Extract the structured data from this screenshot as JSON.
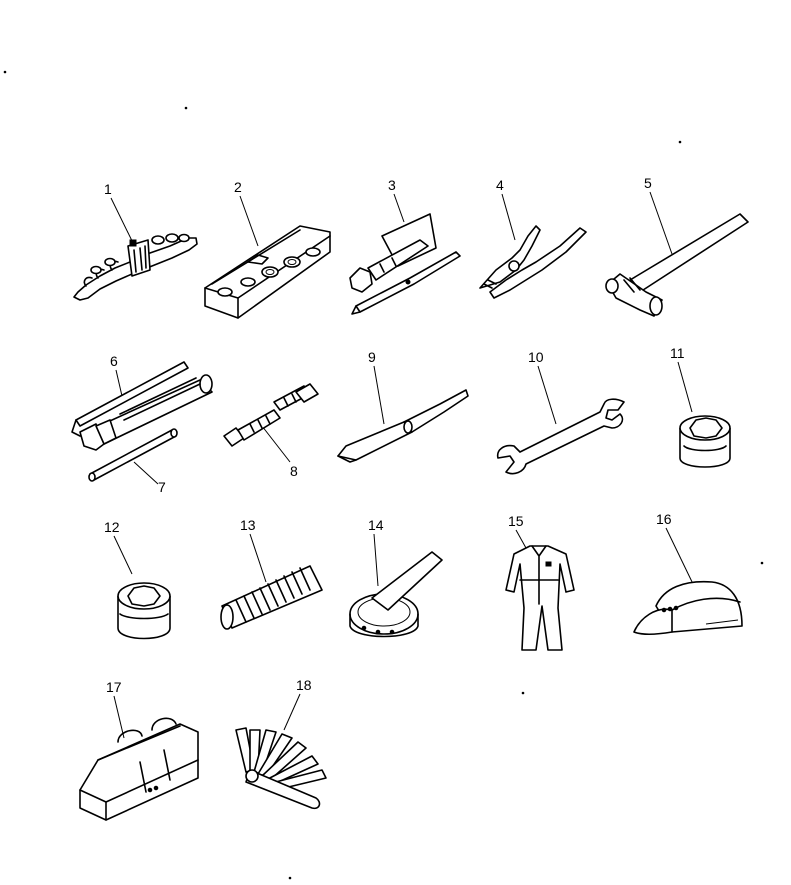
{
  "items": [
    {
      "number": "1",
      "icon": "wrench-set-icon"
    },
    {
      "number": "2",
      "icon": "socket-set-box-icon"
    },
    {
      "number": "3",
      "icon": "screwdriver-icon"
    },
    {
      "number": "4",
      "icon": "pliers-icon"
    },
    {
      "number": "5",
      "icon": "hammer-icon"
    },
    {
      "number": "6",
      "icon": "grease-gun-icon"
    },
    {
      "number": "7",
      "icon": "grease-gun-nozzle-icon"
    },
    {
      "number": "8",
      "icon": "bolt-icon"
    },
    {
      "number": "9",
      "icon": "bar-icon"
    },
    {
      "number": "10",
      "icon": "double-end-wrench-icon"
    },
    {
      "number": "11",
      "icon": "socket-icon"
    },
    {
      "number": "12",
      "icon": "socket-icon"
    },
    {
      "number": "13",
      "icon": "spring-icon"
    },
    {
      "number": "14",
      "icon": "filter-wrench-icon"
    },
    {
      "number": "15",
      "icon": "coveralls-icon"
    },
    {
      "number": "16",
      "icon": "cap-icon"
    },
    {
      "number": "17",
      "icon": "tool-bag-icon"
    },
    {
      "number": "18",
      "icon": "feeler-gauge-icon"
    }
  ]
}
